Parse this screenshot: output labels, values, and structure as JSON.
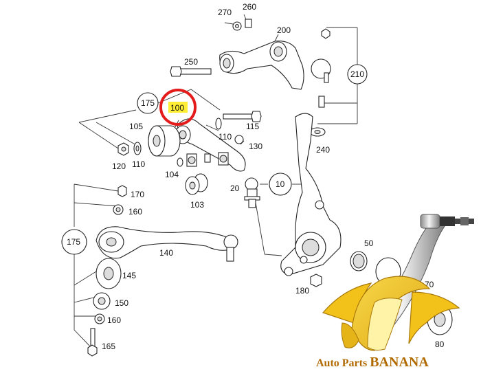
{
  "colors": {
    "highlight_ring": "#e31b1b",
    "highlight_fill": "#ffee33",
    "brand_text": "#b06a00",
    "banana_yellow": "#f2c21b",
    "banana_dark": "#a87708"
  },
  "labels": {
    "l270": "270",
    "l260": "260",
    "l200": "200",
    "l250": "250",
    "l210": "210",
    "l175a": "175",
    "l100": "100",
    "l105": "105",
    "l115": "115",
    "l110a": "110",
    "l130": "130",
    "l240": "240",
    "l120": "120",
    "l110b": "110",
    "l104": "104",
    "l20": "20",
    "l10": "10",
    "l103": "103",
    "l170": "170",
    "l160a": "160",
    "l175b": "175",
    "l140": "140",
    "l50": "50",
    "l145": "145",
    "l150": "150",
    "l160b": "160",
    "l180": "180",
    "l70": "70",
    "l165": "165",
    "l80": "80"
  },
  "brand": {
    "prefix": "Auto Parts ",
    "name": "BANANA"
  }
}
